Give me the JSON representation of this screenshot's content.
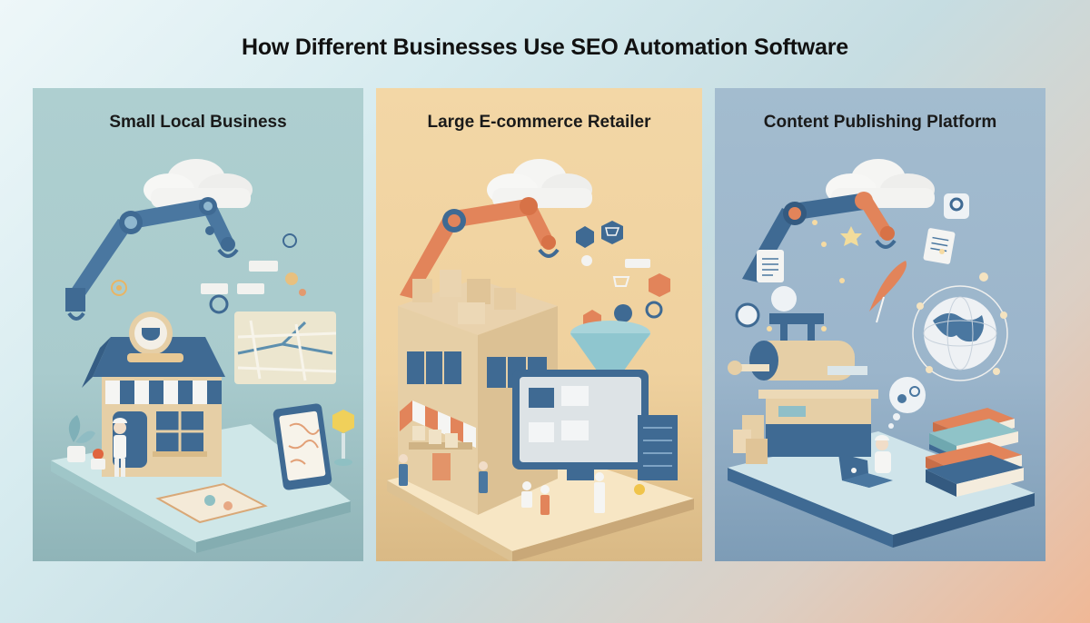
{
  "header": {
    "title": "How Different Businesses Use SEO Automation Software"
  },
  "panels": [
    {
      "title": "Small Local Business",
      "background": "#aecfd0",
      "illustration": "robot-arm, cloud, coffee-shop-storefront, map, tablet, shopkeeper, potted-plants, lamp"
    },
    {
      "title": "Large E-commerce Retailer",
      "background": "#f3d7a6",
      "illustration": "robot-arm, cloud, warehouse-store-building, shopping-cart-icons, funnel, computer-monitor, server-rack, customers"
    },
    {
      "title": "Content Publishing Platform",
      "background": "#a3bccf",
      "illustration": "robot-arm, cloud, printing-press, documents, quill, globe-network, book-stack, writer-with-laptop"
    }
  ],
  "colors": {
    "navy": "#3f6a93",
    "orange": "#e2845a",
    "tan": "#e6cfa6",
    "white": "#f5f5f3"
  }
}
